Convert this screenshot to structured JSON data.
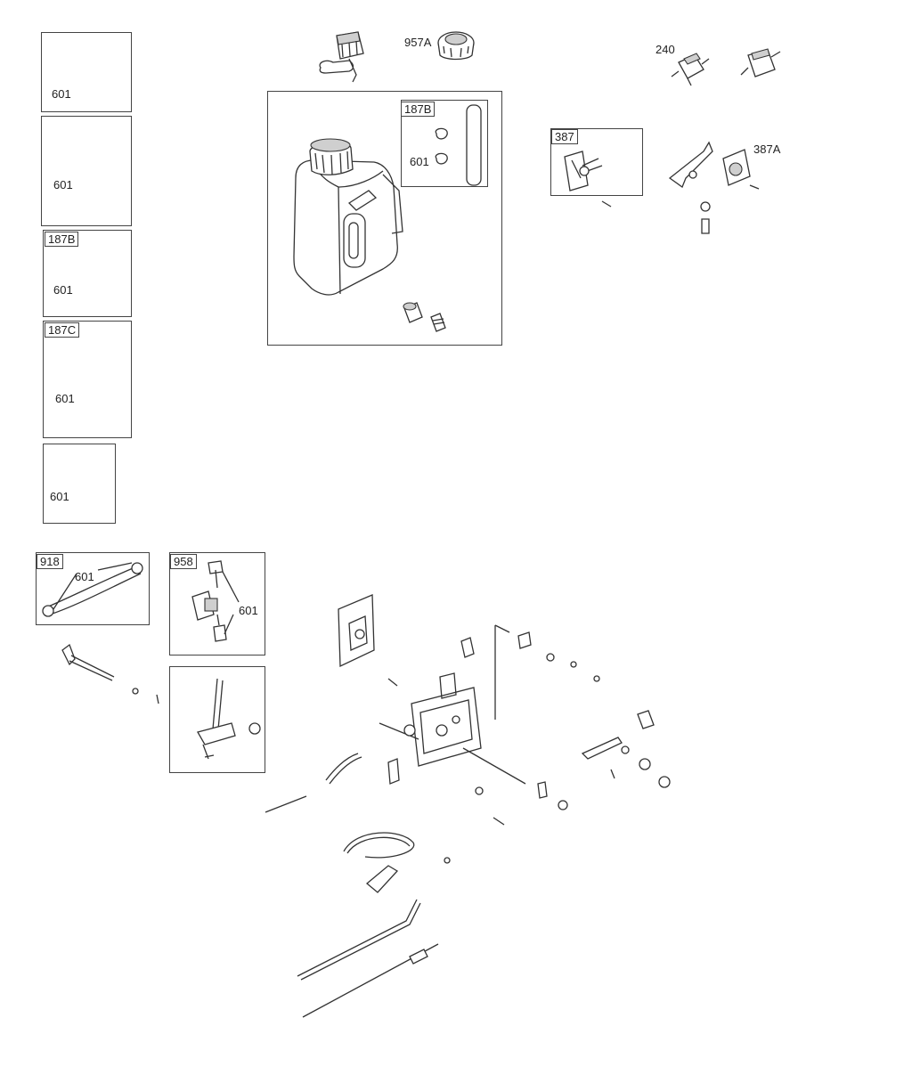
{
  "diagram": {
    "callouts": {
      "c957A": "957A",
      "c240": "240",
      "c187B_tank": "187B",
      "c601_tank": "601",
      "c387": "387",
      "c387A": "387A",
      "c601_k1": "601",
      "c601_k2": "601",
      "c187B_kit": "187B",
      "c601_k3": "601",
      "c187C": "187C",
      "c601_k4": "601",
      "c601_k5": "601",
      "c918": "918",
      "c601_918": "601",
      "c958": "958",
      "c601_958": "601"
    }
  }
}
